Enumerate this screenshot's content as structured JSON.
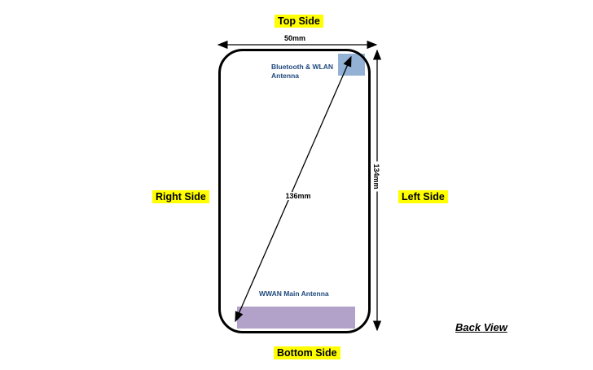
{
  "diagram": {
    "view_label": "Back View",
    "side_labels": {
      "top": "Top Side",
      "bottom": "Bottom Side",
      "right": "Right Side",
      "left": "Left Side"
    },
    "dimensions": {
      "device_width": "50mm",
      "device_height": "134mm",
      "device_diagonal": "136mm"
    },
    "antennas": {
      "bt_wlan_label": "Bluetooth & WLAN Antenna",
      "wwan_label": "WWAN Main Antenna"
    },
    "colors": {
      "highlight": "#ffff00",
      "antenna_text": "#1f497d",
      "bt_wlan_fill": "#92b1d5",
      "wwan_fill": "#b2a2c9",
      "line": "#000000"
    }
  }
}
